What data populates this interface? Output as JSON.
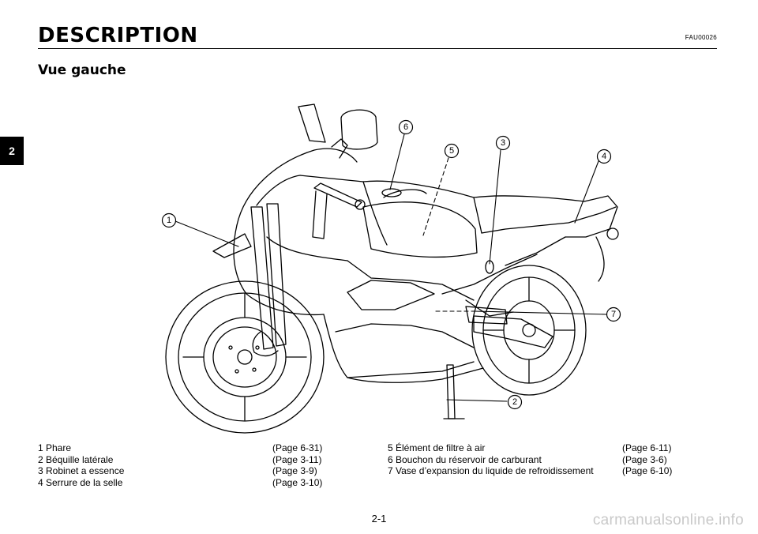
{
  "header": {
    "title": "DESCRIPTION",
    "code": "FAU00026"
  },
  "section": {
    "title": "Vue gauche"
  },
  "chapter_tab": "2",
  "callouts": [
    "1",
    "2",
    "3",
    "4",
    "5",
    "6",
    "7"
  ],
  "legend": {
    "left": [
      {
        "label": "1 Phare",
        "page": "(Page 6-31)"
      },
      {
        "label": "2 Béquille latérale",
        "page": "(Page 3-11)"
      },
      {
        "label": "3 Robinet a essence",
        "page": "(Page 3-9)"
      },
      {
        "label": "4 Serrure de la selle",
        "page": "(Page 3-10)"
      }
    ],
    "right": [
      {
        "label": "5 Élément de filtre à air",
        "page": "(Page 6-11)"
      },
      {
        "label": "6 Bouchon du réservoir de carburant",
        "page": "(Page 3-6)"
      },
      {
        "label": "7 Vase d’expansion du liquide de refroidissement",
        "page": "(Page 6-10)"
      }
    ]
  },
  "page_number": "2-1",
  "watermark": "carmanualsonline.info"
}
